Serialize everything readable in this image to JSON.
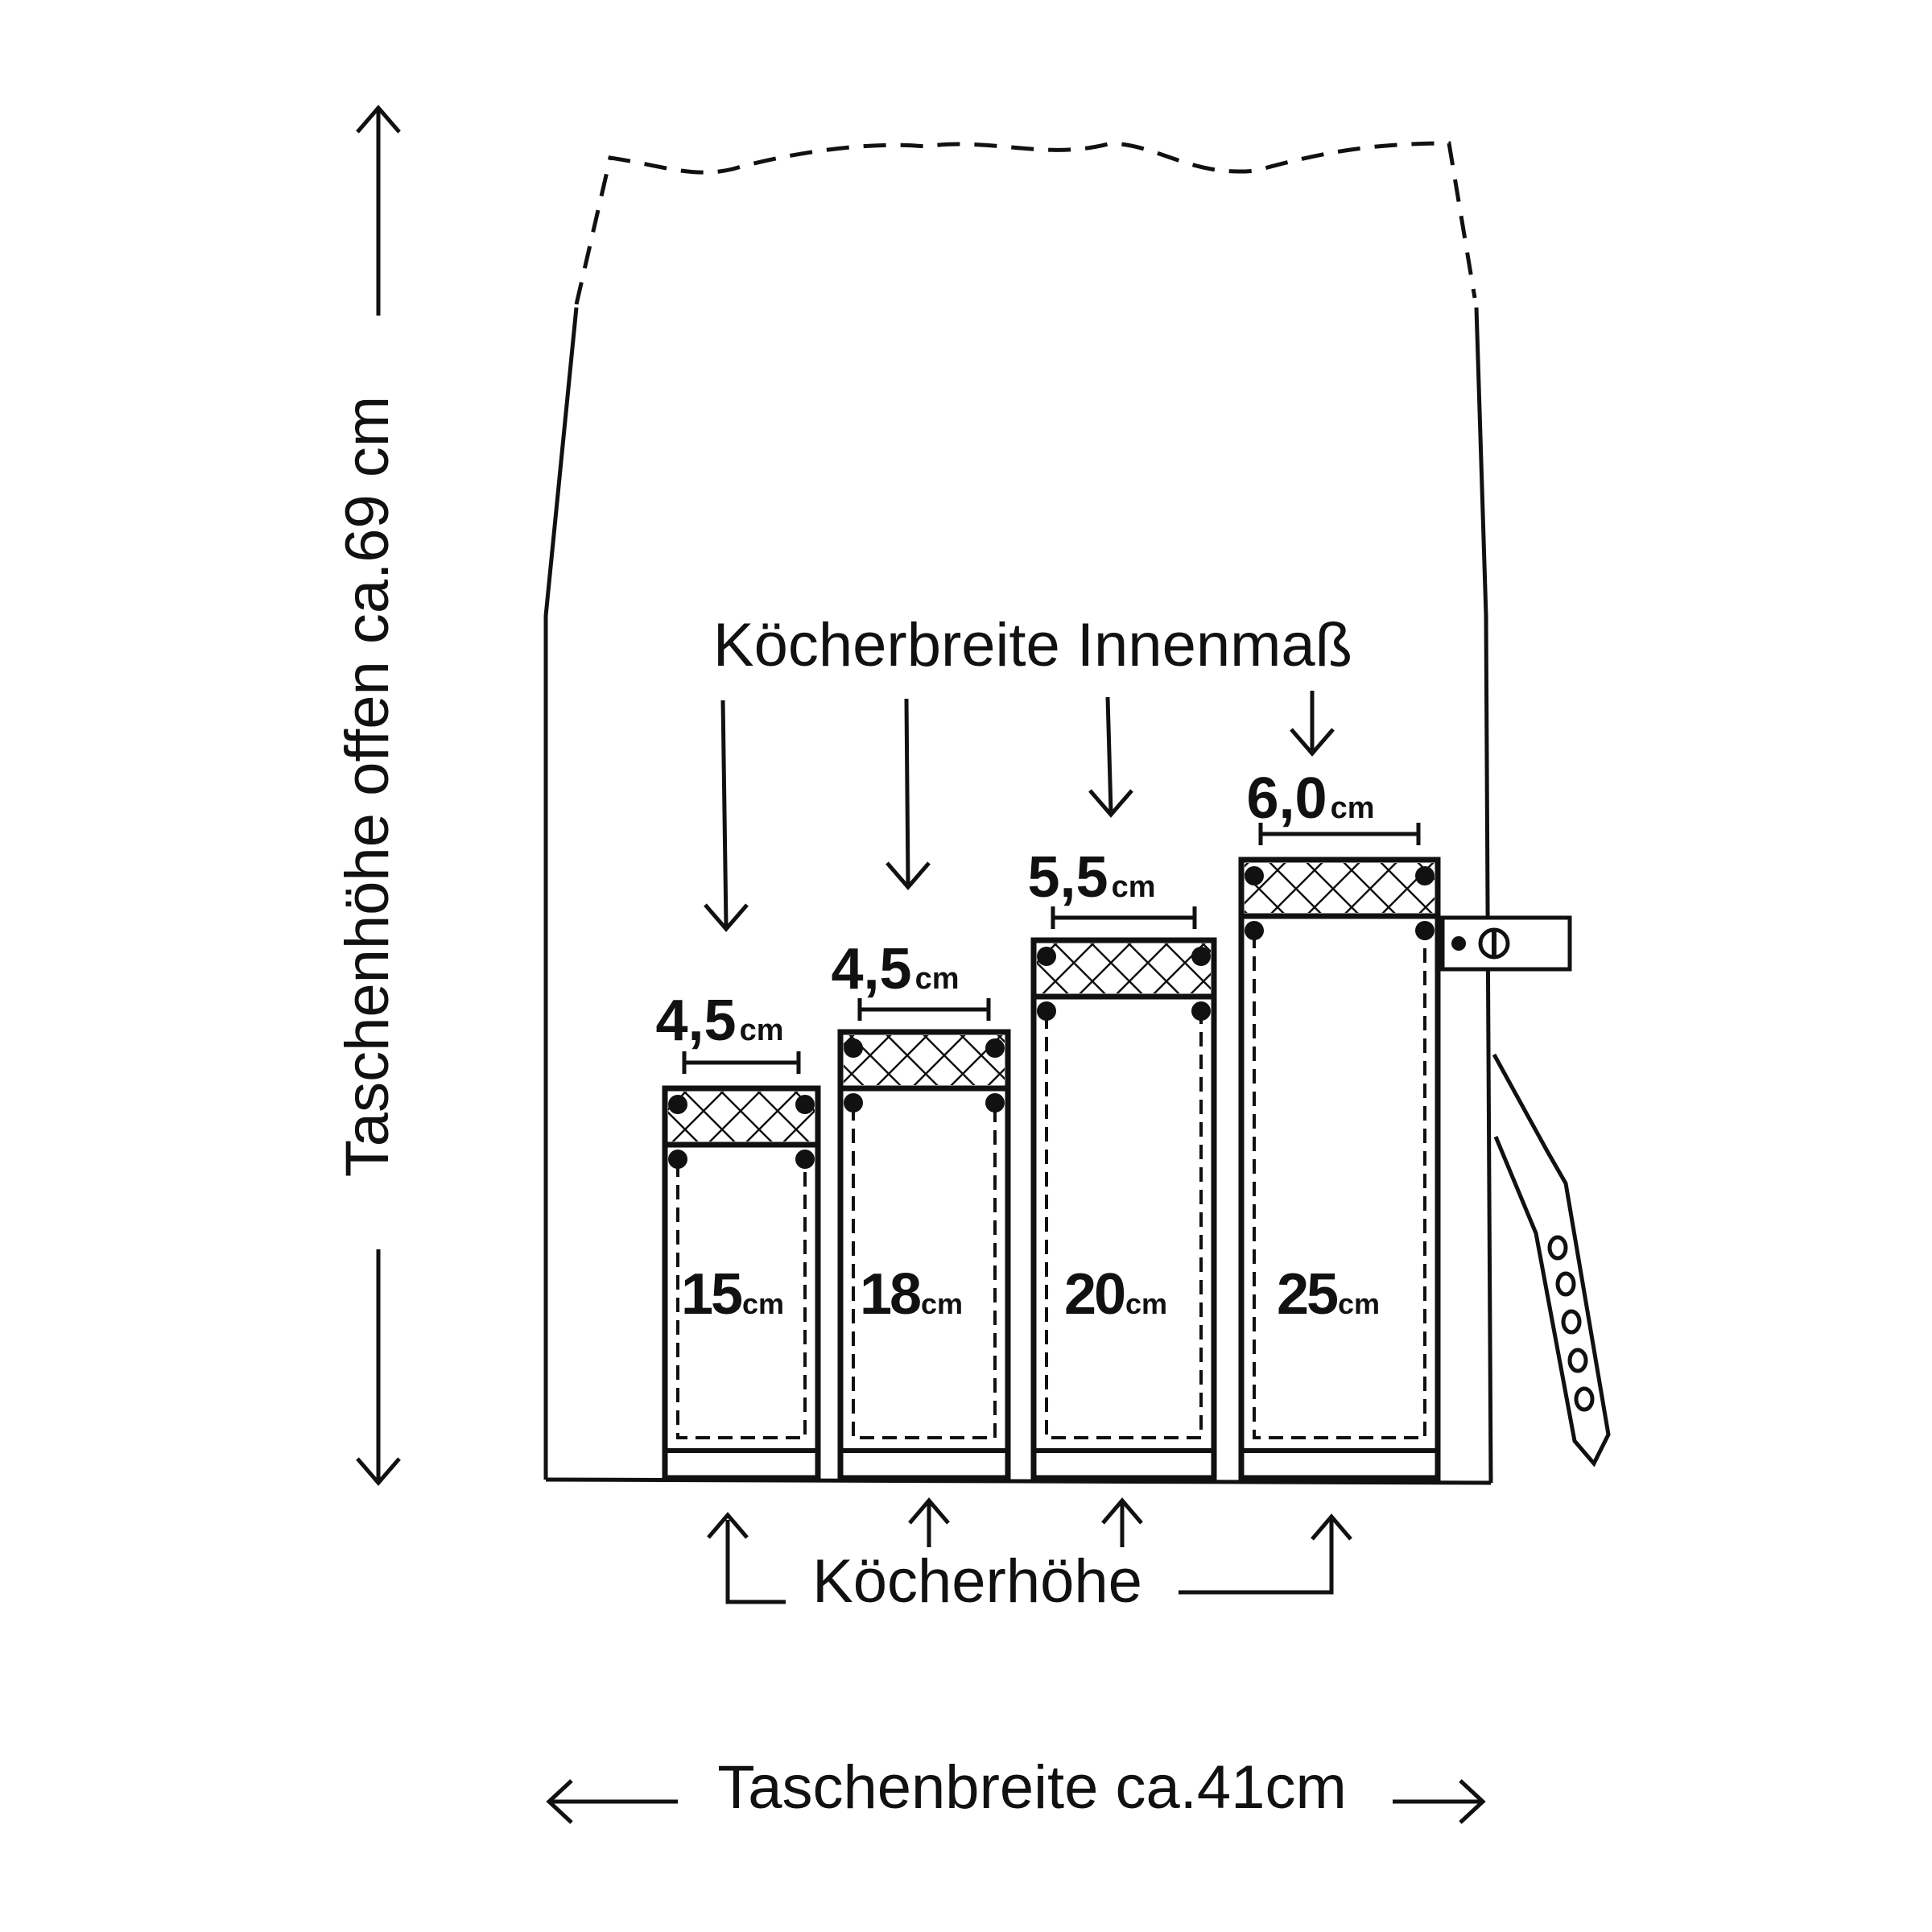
{
  "labels": {
    "bag_height": "Taschenhöhe offen ca.69 cm",
    "quiver_width_title": "Köcherbreite Innenmaß",
    "quiver_height_title": "Köcherhöhe",
    "bag_width": "Taschenbreite ca.41cm"
  },
  "quivers": [
    {
      "width_value": "4,5",
      "width_unit": "cm",
      "height_value": "15",
      "height_unit": "cm"
    },
    {
      "width_value": "4,5",
      "width_unit": "cm",
      "height_value": "18",
      "height_unit": "cm"
    },
    {
      "width_value": "5,5",
      "width_unit": "cm",
      "height_value": "20",
      "height_unit": "cm"
    },
    {
      "width_value": "6,0",
      "width_unit": "cm",
      "height_value": "25",
      "height_unit": "cm"
    }
  ],
  "colors": {
    "ink": "#111111",
    "paper": "#ffffff"
  }
}
